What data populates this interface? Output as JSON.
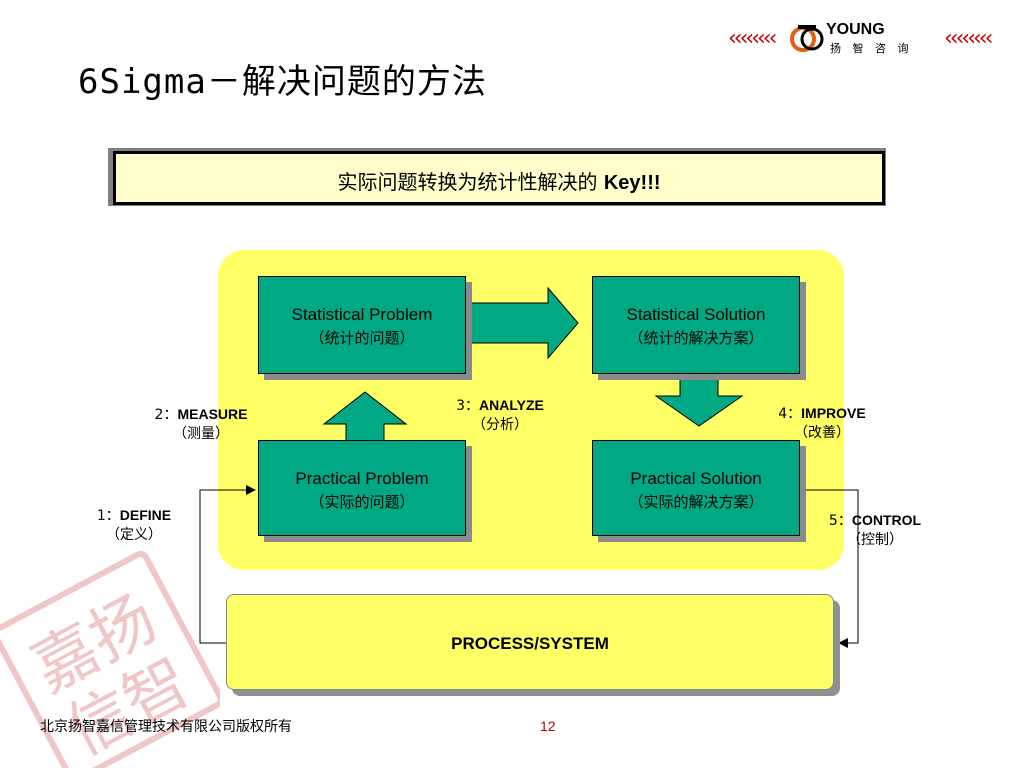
{
  "header": {
    "title": "6Sigma－解决问题的方法",
    "logo": {
      "chevrons": "‹‹‹‹‹‹‹‹",
      "brand": "YOUNG",
      "brand_cn": "扬 智 咨 询"
    }
  },
  "key_banner": {
    "cn_text": "实际问题转换为统计性解决的 ",
    "en_text": "Key!!!"
  },
  "boxes": {
    "statistical_problem": {
      "en": "Statistical Problem",
      "cn": "（统计的问题）"
    },
    "statistical_solution": {
      "en": "Statistical Solution",
      "cn": "（统计的解决方案）"
    },
    "practical_problem": {
      "en": "Practical Problem",
      "cn": "（实际的问题）"
    },
    "practical_solution": {
      "en": "Practical Solution",
      "cn": "（实际的解决方案）"
    }
  },
  "steps": {
    "define": {
      "num": "1：",
      "en": "DEFINE",
      "cn": "（定义）"
    },
    "measure": {
      "num": "2：",
      "en": "MEASURE",
      "cn": "（测量）"
    },
    "analyze": {
      "num": "3：",
      "en": "ANALYZE",
      "cn": "（分析）"
    },
    "improve": {
      "num": "4：",
      "en": "IMPROVE",
      "cn": "（改善）"
    },
    "control": {
      "num": "5：",
      "en": "CONTROL",
      "cn": "（控制）"
    }
  },
  "process_box": {
    "label": "PROCESS/SYSTEM"
  },
  "footer": {
    "copyright": "北京扬智嘉信管理技术有限公司版权所有",
    "page_number": "12"
  },
  "watermark": {
    "text": "嘉扬信智"
  },
  "colors": {
    "box_green": "#00a884",
    "panel_yellow": "#ffff66",
    "banner_bg": "#ffffcc",
    "accent_red": "#c00000"
  }
}
